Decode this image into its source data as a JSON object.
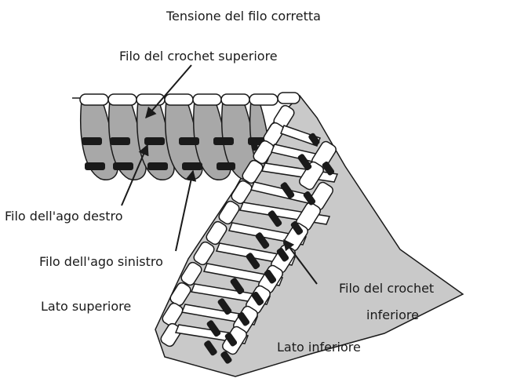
{
  "title": "Tensione del filo corretta",
  "labels": {
    "upper_looper_thread": "Filo del crochet superiore",
    "right_needle_thread": "Filo dell'ago destro",
    "left_needle_thread": "Filo dell'ago sinistro",
    "upper_side": "Lato superiore",
    "lower_looper_thread_line1": "Filo del crochet",
    "lower_looper_thread_line2": "inferiore",
    "lower_side": "Lato inferiore"
  },
  "colors": {
    "fabric": "#c9c9c9",
    "outline": "#1a1a1a",
    "looper_thread": "#9a9a9a",
    "lower_looper_thread": "#ffffff",
    "needle_thread": "#1a1a1a"
  }
}
